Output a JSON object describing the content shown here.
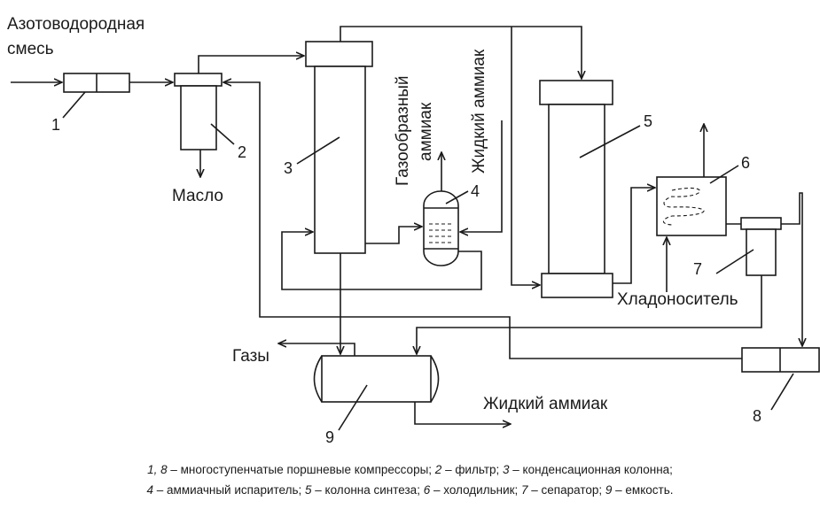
{
  "labels": {
    "feed_line1": "Азотоводородная",
    "feed_line2": "смесь",
    "oil": "Масло",
    "gaseous_ammonia_line1": "Газообразный",
    "gaseous_ammonia_line2": "аммиак",
    "liquid_ammonia_vertical": "Жидкий аммиак",
    "coolant": "Хладоноситель",
    "gases": "Газы",
    "liquid_ammonia_out": "Жидкий аммиак"
  },
  "numbers": [
    "1",
    "2",
    "3",
    "4",
    "5",
    "6",
    "7",
    "8",
    "9"
  ],
  "legend": {
    "line1": [
      {
        "key": "1, 8",
        "desc": " – многоступенчатые поршневые компрессоры; "
      },
      {
        "key": "2",
        "desc": " – фильтр; "
      },
      {
        "key": "3",
        "desc": " – конденсационная колонна;"
      }
    ],
    "line2": [
      {
        "key": "4",
        "desc": " – аммиачный испаритель; "
      },
      {
        "key": "5",
        "desc": " – колонна синтеза; "
      },
      {
        "key": "6",
        "desc": " – холодильник; "
      },
      {
        "key": "7",
        "desc": " – сепаратор; "
      },
      {
        "key": "9",
        "desc": " – емкость."
      }
    ]
  }
}
